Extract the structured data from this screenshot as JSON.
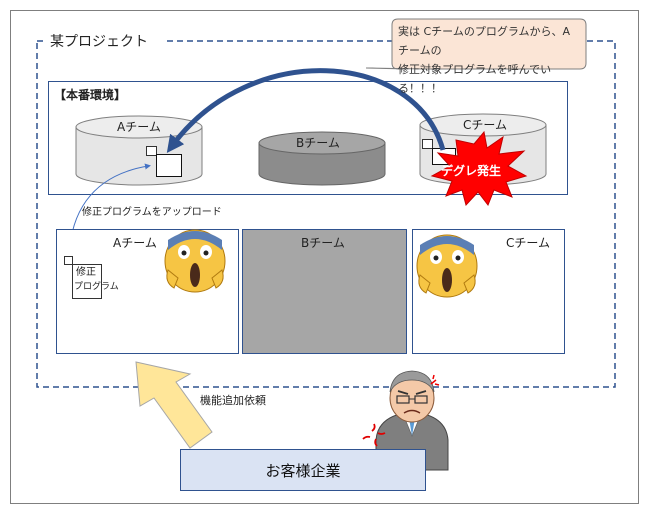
{
  "project": {
    "title": "某プロジェクト",
    "production_label": "【本番環境】",
    "teams": {
      "a": "Aチーム",
      "b": "Bチーム",
      "c": "Cチーム"
    },
    "prod_teams": {
      "a": "Aチーム",
      "b": "Bチーム",
      "c": "Cチーム"
    },
    "upload_label": "修正プログラムをアップロード",
    "fix_program_line1": "修正",
    "fix_program_line2": "プログラム",
    "degrade_label": "デグレ発生",
    "request_label": "機能追加依頼",
    "client_label": "お客様企業",
    "callout_line1": "実は Cチームのプログラムから、Aチームの",
    "callout_line2": "修正対象プログラムを呼んでいる！！！"
  },
  "colors": {
    "cylinder_light": "#e6e6e6",
    "cylinder_dark": "#8c8c8c",
    "arrow_blue": "#2f528f",
    "client_fill": "#dae3f3",
    "request_arrow": "#ffe699",
    "burst_red": "#ff0000",
    "callout_fill": "#fbe5d6"
  },
  "icons": [
    "screaming-face-emoji",
    "angry-man-icon",
    "anger-symbol-icon",
    "explosion-burst-icon"
  ]
}
